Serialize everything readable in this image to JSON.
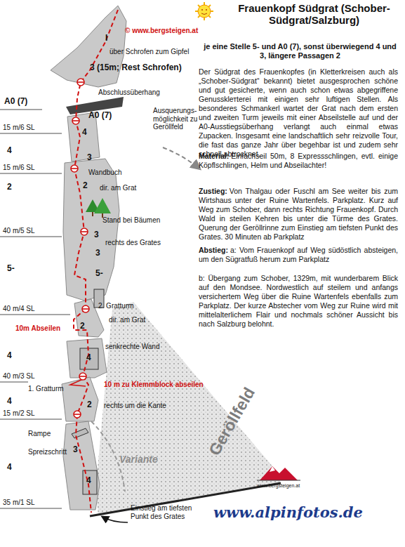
{
  "diagram": {
    "title": "Frauenkopf Südgrat (Schober-Südgrat/Salzburg)",
    "labels": [
      "© www.bergsteigen.at",
      "je eine Stelle 5- und A0 (7), sonst überwiegend 4 und 3, längere Passagen 2",
      "Der Südgrat des Frauenkopfes (in Kletterkreisen auch als „Schober-Südgrat“ bekannt) bietet ausgesprochen schöne und gut gesicherte, wenn auch schon etwas abgegriffene Genussklетterei mit einigen sehr luftigen Stellen. Als besonderes Schmankerl wartet der Grat nach dem ersten und zweiten Turm jeweils mit einer Abseilstelle auf und der A0-Ausstiegsüberhang verlangt auch einmal etwas Zupacken. Insgesamt eine landschaftlich sehr reizvolle Tour, die fast das ganze Jahr über begehbar ist und zudem sehr schnell abtrocknet.",
      "Material:",
      "Einfachseil 50m, 8 Expressschlingen, evtl. einige Köpflschlingen, Helm und Abseilachter!",
      "Zustieg:",
      "Von Thalgau oder Fuschl am See weiter bis zum Wirtshaus unter der Ruine Wartenfels. Parkplatz. Kurz auf Weg zum Schober, dann rechts Richtung Frauenkopf. Durch Wald in steilen Kehren bis unter die Türme des Grates. Querung der Geröllrinne zum Einstieg am tiefsten Punkt des Grates. 30 Minuten ab Parkplatz",
      "Abstieg:",
      "a: Vom Frauenkopf auf Weg südöstlich absteigen, um den Sügratfuß herum zum Parkplatz",
      "b: Übergang zum Schober, 1329m, mit wunderbarem Blick auf den Mondsee. Nordwestlich auf steilem und anfangs versichertem Weg über die Ruine Wartenfels ebenfalls zum Parkplatz. Der kurze Abstecher vom Weg zur Ruine wird mit mittelalterlichem Flair und nochmals schöner Aussicht bis nach Salzburg belohnt.",
      "I",
      "über Schrofen zum Gipfel",
      "3 (15m; Rest Schrofen)",
      "A0 (7)",
      "Abschlussüberhang",
      "A0 (7)",
      "15 m/6 SL",
      "4",
      "4",
      "Ausquerungs-möglichkeit zu Geröllfeld",
      "3",
      "15 m/6 SL",
      "Wandbuch",
      "dir. am Grat",
      "2",
      "2",
      "Stand bei Bäumen",
      "40 m/5 SL",
      "rechts des Grates",
      "3",
      "3",
      "5-",
      "5-",
      "2. Gratturm",
      "40 m/4 SL",
      "10m Abseilen",
      "dir. am Grat",
      "2",
      "senkrechte Wand",
      "4",
      "4",
      "40 m/3 SL",
      "10 m zu Klemmblock abseilen",
      "1. Gratturm",
      "4",
      "2",
      "rechts um die Kante",
      "15 m/2 SL",
      "Rampe",
      "3",
      "Spreizschritt",
      "4",
      "Variante",
      "4",
      "35 m/1 SL",
      "Einstieg am tiefsten Punkt des Grates",
      "www.bergsteigen.at",
      "www.alpinfotos.de",
      "Geröllfeld"
    ]
  }
}
